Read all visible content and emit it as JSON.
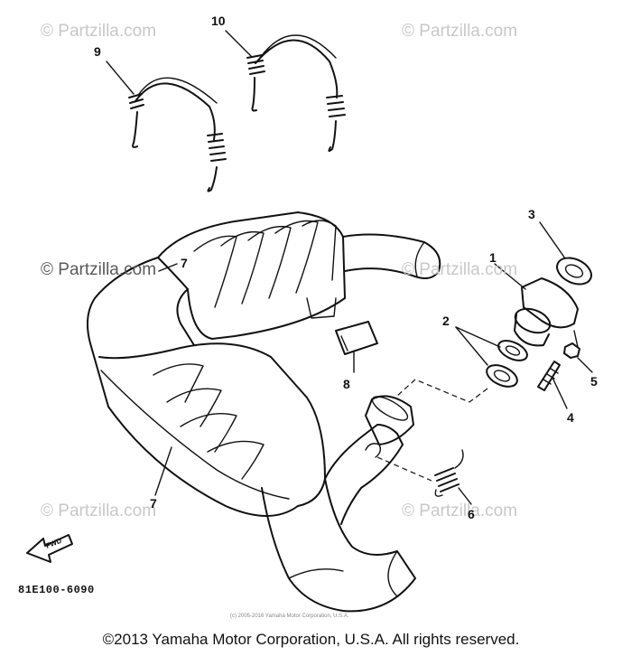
{
  "watermarks": {
    "top_left": "© Partzilla.com",
    "top_right": "© Partzilla.com",
    "mid_left": "© Partzilla.com",
    "mid_right": "© Partzilla.com",
    "bottom_left": "© Partzilla.com",
    "bottom_right": "© Partzilla.com"
  },
  "callouts": [
    "1",
    "2",
    "3",
    "4",
    "5",
    "6",
    "7",
    "7",
    "8",
    "9",
    "10"
  ],
  "fwd_label": "FWD",
  "part_code": "81E100-6090",
  "small_copyright": "(c) 2005-2016 Yamaha Motor Corporation, U.S.A.",
  "footer": "©2013 Yamaha Motor Corporation, U.S.A. All rights reserved."
}
